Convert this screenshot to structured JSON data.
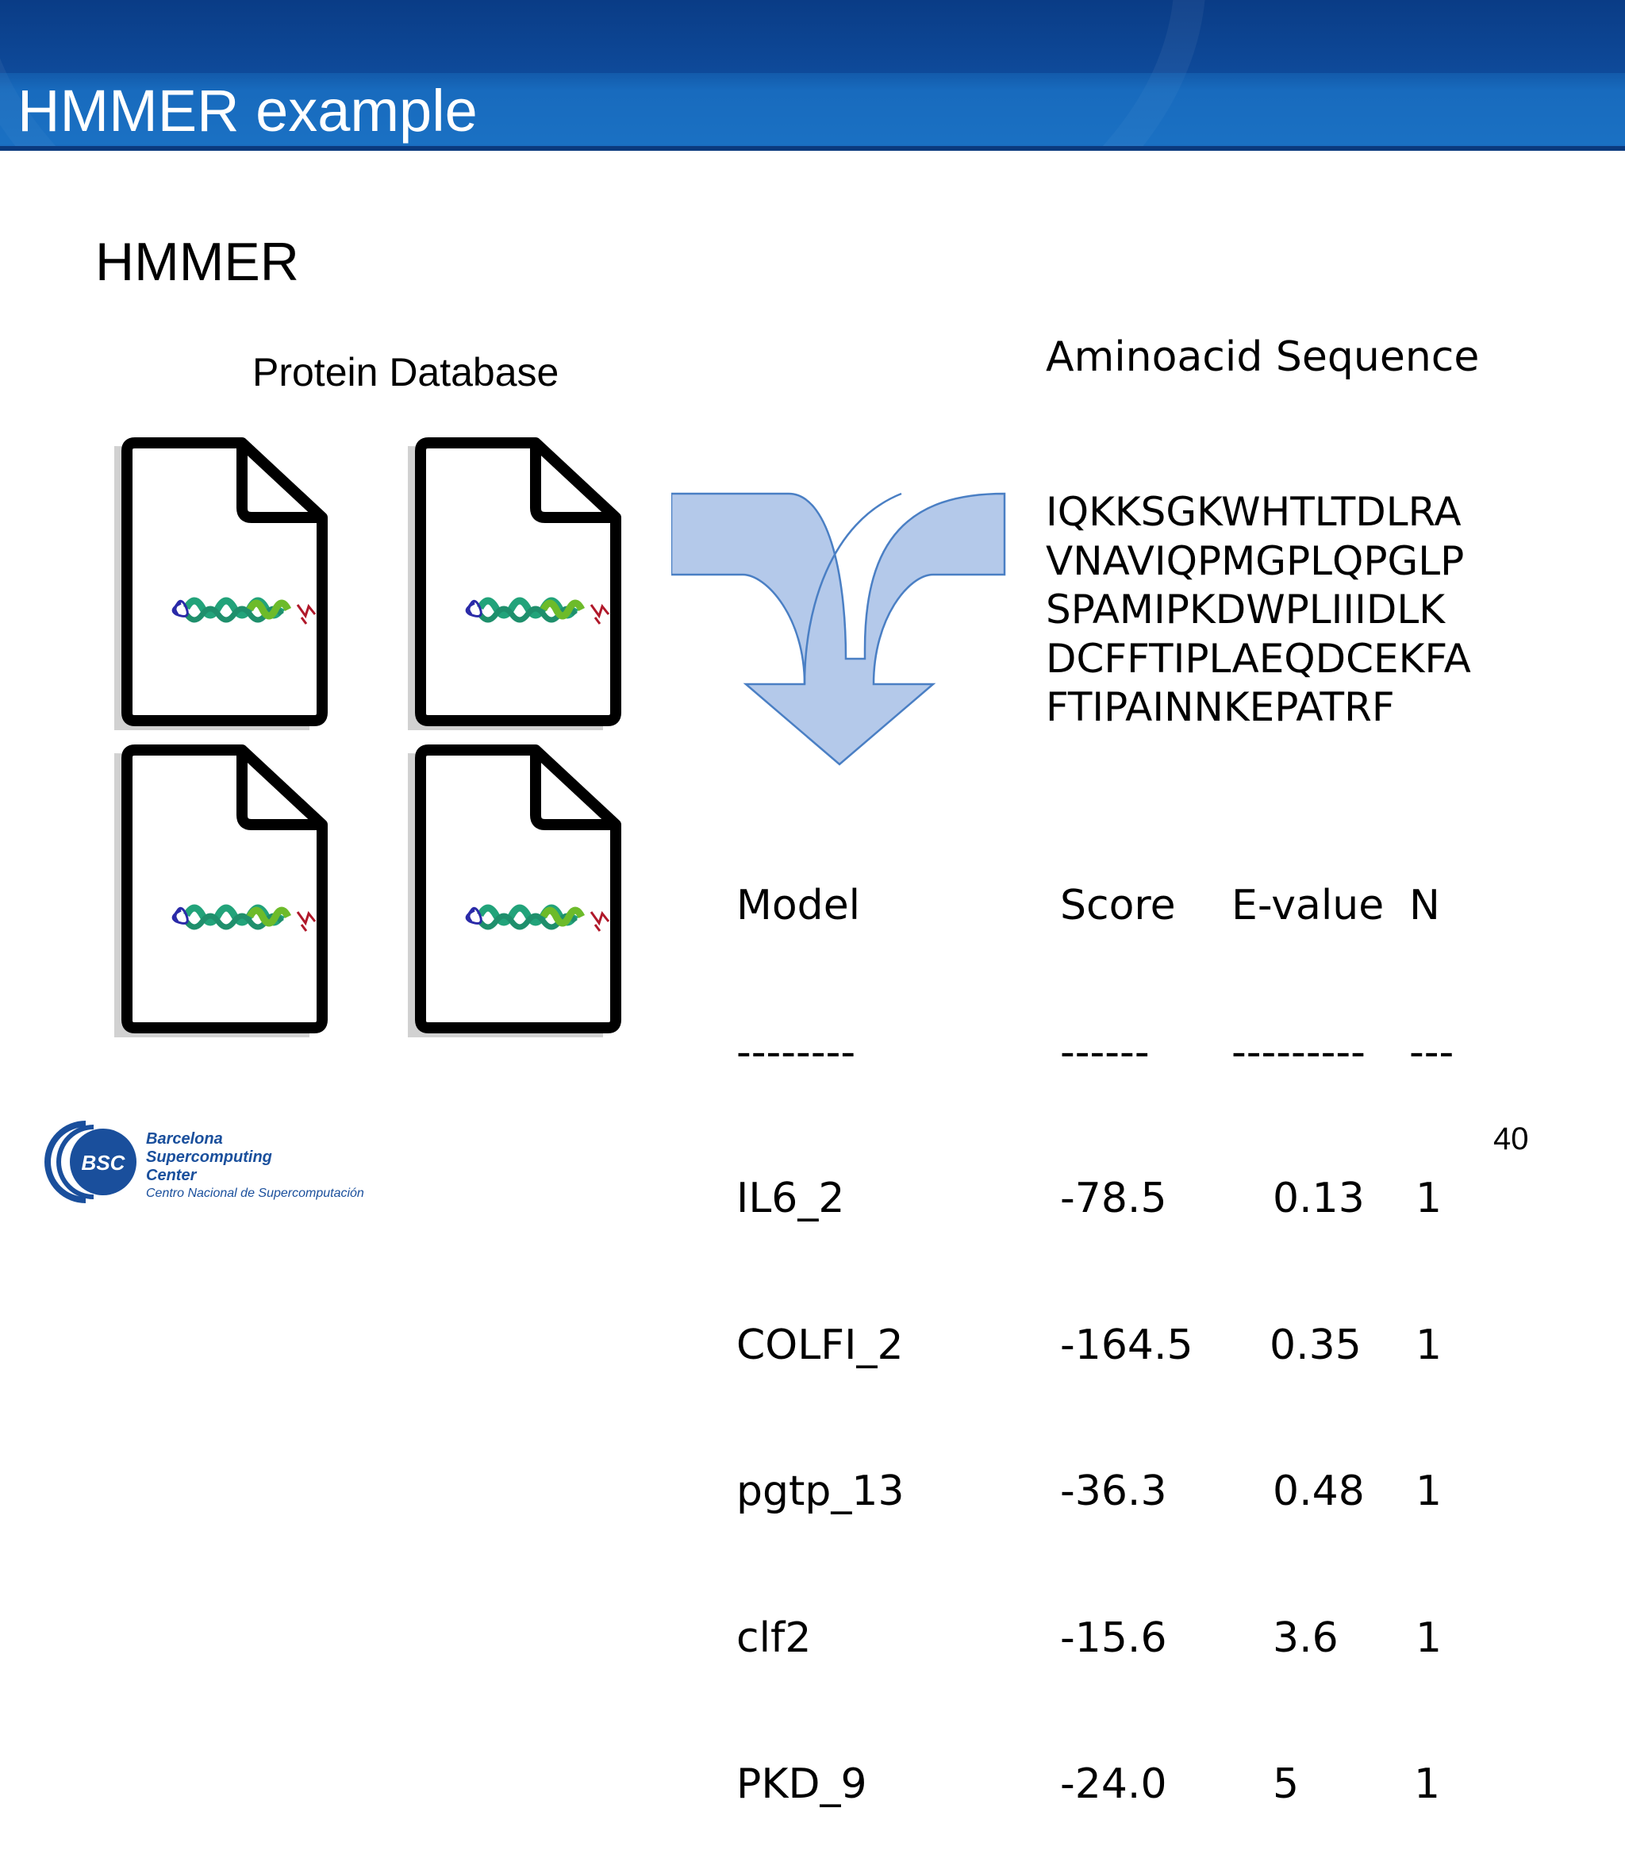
{
  "slide": {
    "title": "HMMER example",
    "subtitle": "HMMER",
    "page_number": "40"
  },
  "left": {
    "label": "Protein Database",
    "documents": [
      {
        "icon": "protein-document-icon"
      },
      {
        "icon": "protein-document-icon"
      },
      {
        "icon": "protein-document-icon"
      },
      {
        "icon": "protein-document-icon"
      }
    ]
  },
  "right": {
    "label": "Aminoacid Sequence",
    "sequence": [
      "IQKKSGKWHTLTDLRA",
      "VNAVIQPMGPLQPGLP",
      "SPAMIPKDWPLIIIDLK",
      "DCFFTIPLAEQDCEKFA",
      "FTIPAINNKEPATRF"
    ]
  },
  "results": {
    "headers": [
      "Model",
      "Score",
      "E-value",
      "N"
    ],
    "separators": [
      "--------",
      "------",
      "---------",
      "---"
    ],
    "rows": [
      [
        "IL6_2",
        "-78.5",
        "0.13",
        "1"
      ],
      [
        "COLFI_2",
        "-164.5",
        "0.35",
        "1"
      ],
      [
        "pgtp_13",
        "-36.3",
        "0.48",
        "1"
      ],
      [
        "clf2",
        "-15.6",
        "3.6",
        "1"
      ],
      [
        "PKD_9",
        "-24.0",
        "5",
        "1"
      ]
    ]
  },
  "logo": {
    "mark": "BSC",
    "name_lines": [
      "Barcelona",
      "Supercomputing",
      "Center"
    ],
    "tagline": "Centro Nacional de Supercomputación"
  },
  "colors": {
    "header": "#0e4a9a",
    "arrow_fill": "#b4c9ea",
    "arrow_stroke": "#4a7fc4",
    "logo_blue": "#1a4f9c"
  }
}
